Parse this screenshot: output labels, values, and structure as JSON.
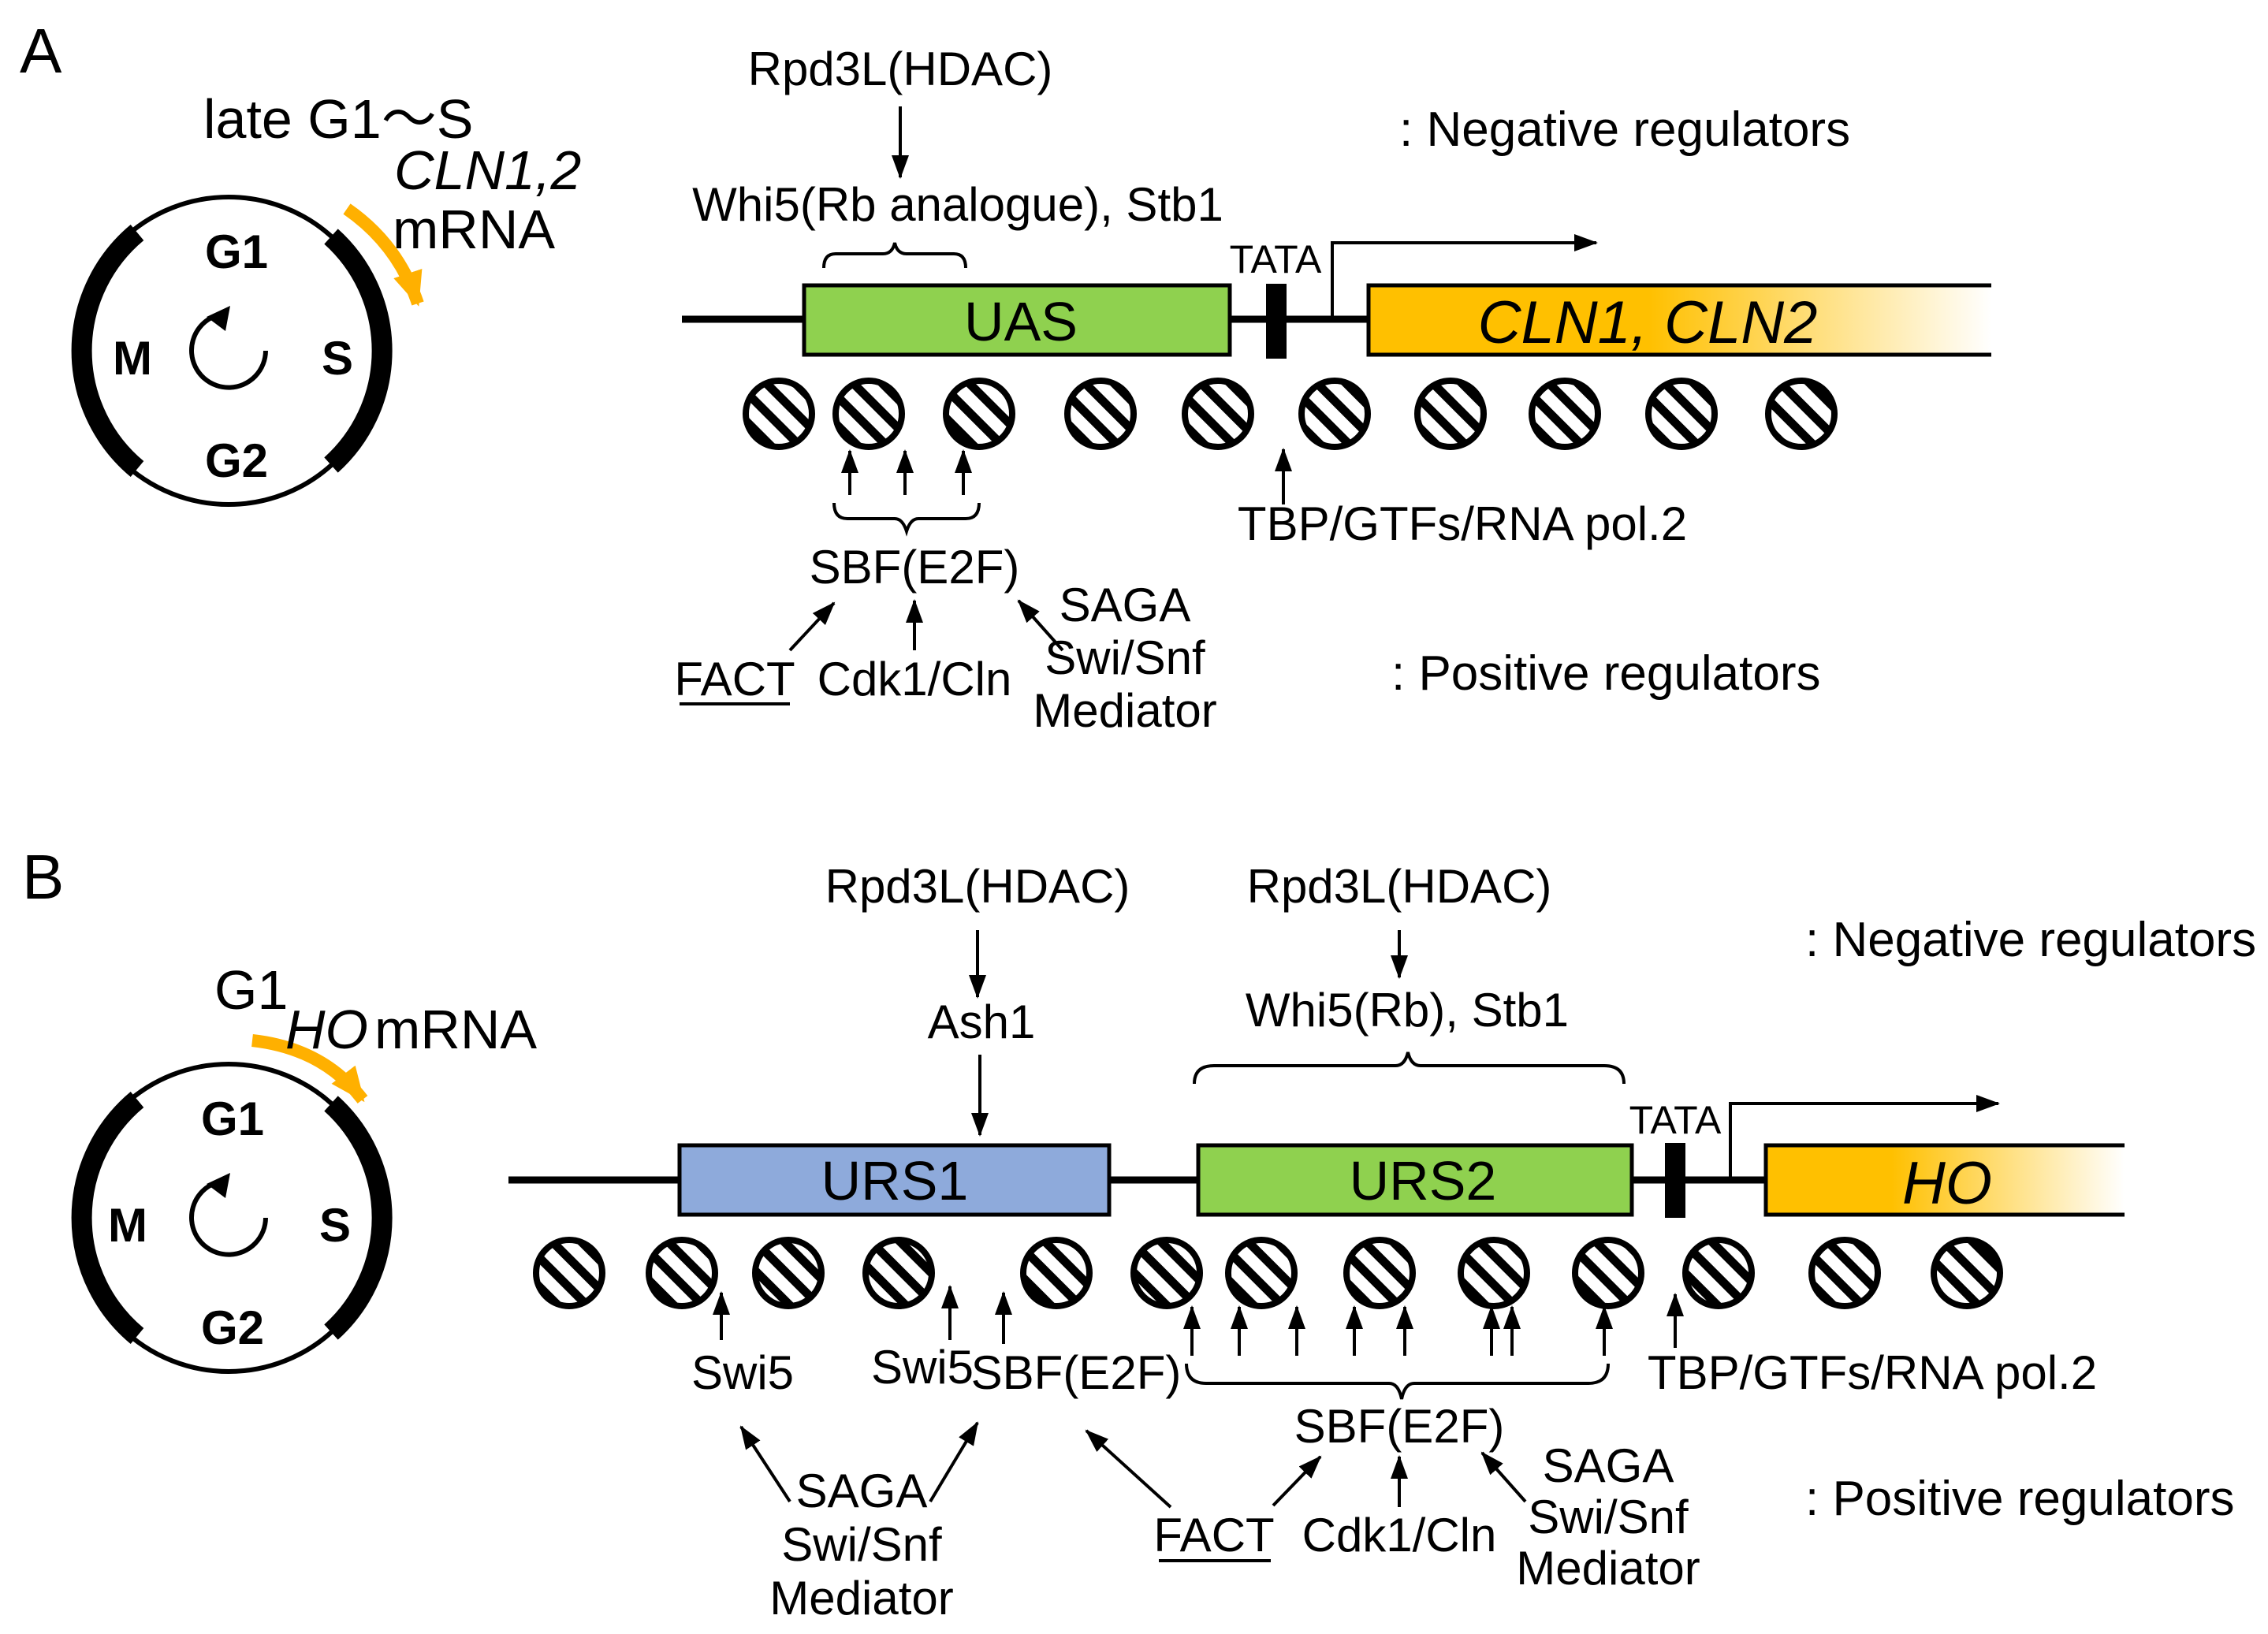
{
  "colors": {
    "uas_fill": "#8fd14f",
    "urs1_fill": "#8eaadb",
    "gene_start": "#ffc000",
    "cycle_arrow": "#ffb000"
  },
  "panel_a": {
    "label": "A",
    "cycle": {
      "phase_text": "late G1〜S",
      "mrna_gene": "CLN1,2",
      "mrna_word": "mRNA",
      "g1": "G1",
      "s": "S",
      "g2": "G2",
      "m": "M"
    },
    "rpd3l": "Rpd3L(HDAC)",
    "whi5": "Whi5(Rb analogue), Stb1",
    "tata": "TATA",
    "uas": "UAS",
    "gene": "CLN1, CLN2",
    "negative": ": Negative regulators",
    "positive": ": Positive regulators",
    "sbf": "SBF(E2F)",
    "tbp": "TBP/GTFs/RNA pol.2",
    "fact": "FACT",
    "cdk": "Cdk1/Cln",
    "saga": "SAGA",
    "swisnf": "Swi/Snf",
    "mediator": "Mediator"
  },
  "panel_b": {
    "label": "B",
    "cycle": {
      "phase_text": "G1",
      "mrna_gene": "HO",
      "mrna_word": "mRNA",
      "g1": "G1",
      "s": "S",
      "g2": "G2",
      "m": "M"
    },
    "rpd3l_1": "Rpd3L(HDAC)",
    "rpd3l_2": "Rpd3L(HDAC)",
    "ash1": "Ash1",
    "whi5": "Whi5(Rb), Stb1",
    "tata": "TATA",
    "urs1": "URS1",
    "urs2": "URS2",
    "gene": "HO",
    "negative": ": Negative regulators",
    "positive": ": Positive regulators",
    "swi5_1": "Swi5",
    "swi5_2": "Swi5",
    "sbf_1": "SBF(E2F)",
    "sbf_2": "SBF(E2F)",
    "tbp": "TBP/GTFs/RNA pol.2",
    "saga_1": "SAGA",
    "swisnf_1": "Swi/Snf",
    "mediator_1": "Mediator",
    "fact": "FACT",
    "cdk": "Cdk1/Cln",
    "saga_2": "SAGA",
    "swisnf_2": "Swi/Snf",
    "mediator_2": "Mediator"
  }
}
